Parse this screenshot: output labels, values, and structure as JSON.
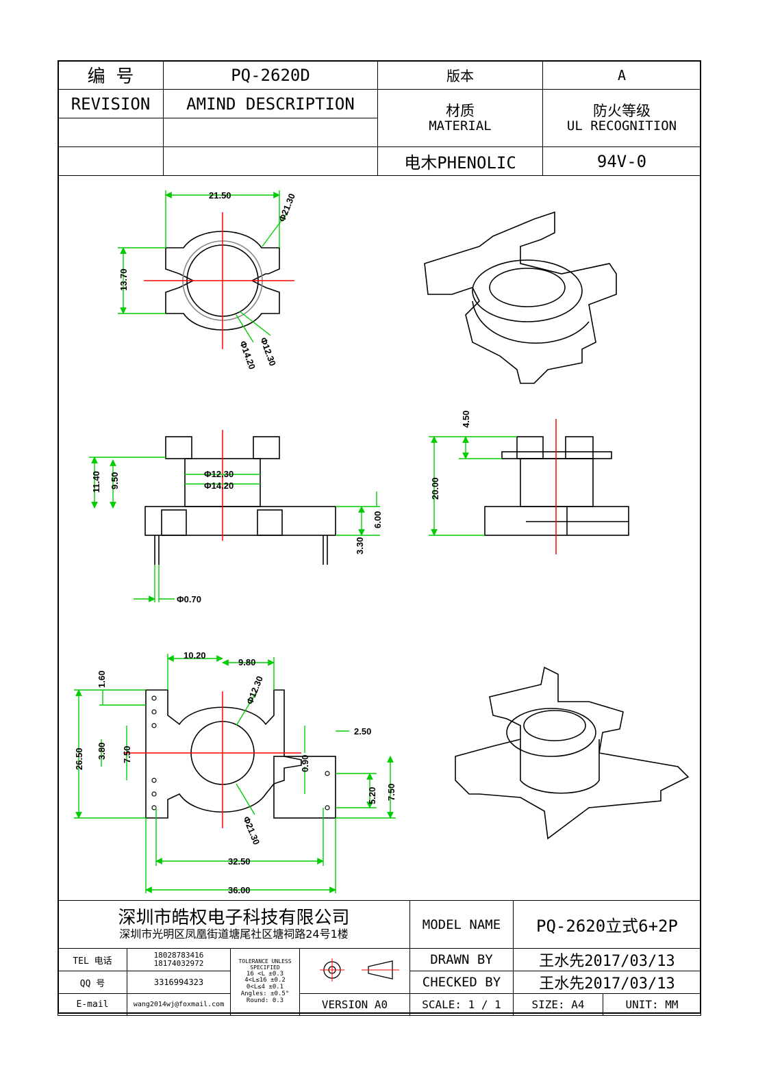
{
  "header": {
    "code_label": "编  号",
    "code_value": "PQ-2620D",
    "version_label": "版本",
    "version_value": "A",
    "revision_label": "REVISION",
    "amind_label": "AMIND DESCRIPTION",
    "material_label_cn": "材质",
    "material_label_en": "MATERIAL",
    "fire_label_cn": "防火等级",
    "fire_label_en": "UL RECOGNITION",
    "material_value": "电木PHENOLIC",
    "fire_value": "94V-0"
  },
  "dimensions": {
    "top_width": "21.50",
    "top_dia": "Φ21.30",
    "top_height": "13.70",
    "top_inner1": "Φ14.20",
    "top_inner2": "Φ12.30",
    "side_h1": "11.40",
    "side_h2": "9.50",
    "side_d1": "Φ12.30",
    "side_d2": "Φ14.20",
    "side_base": "6.00",
    "side_pin": "3.30",
    "side_pin_dia": "Φ0.70",
    "front_top": "4.50",
    "front_height": "20.00",
    "bot_left": "10.20",
    "bot_right": "9.80",
    "bot_inner": "Φ12.30",
    "bot_h1": "1.60",
    "bot_total": "26.50",
    "bot_p1": "3.80",
    "bot_p2": "7.50",
    "bot_gap": "0.90",
    "bot_r1": "2.50",
    "bot_r2": "5.20",
    "bot_r3": "7.50",
    "bot_outer": "Φ21.30",
    "bot_w1": "32.50",
    "bot_w2": "36.00"
  },
  "footer": {
    "company": "深圳市皓权电子科技有限公司",
    "address": "深圳市光明区凤凰街道塘尾社区塘祠路24号1楼",
    "tel_label": "TEL 电话",
    "tel_values": [
      "18028783416",
      "18174032972"
    ],
    "qq_label": "QQ  号",
    "qq_value": "3316994323",
    "email_label": "E-mail",
    "email_value": "wang2014wj@foxmail.com",
    "tol_title": "TOLERANCE UNLESS SPECIFIED",
    "tol_lines": [
      "16 <L        ±0.3",
      "4<L≤16     ±0.2",
      "0<L≤4      ±0.1",
      "Angles: ±0.5°",
      "Round: 0.3"
    ],
    "version": "VERSION A0",
    "model_label": "MODEL NAME",
    "model_value": "PQ-2620立式6+2P",
    "drawn_label": "DRAWN BY",
    "drawn_value": "王水先2017/03/13",
    "checked_label": "CHECKED BY",
    "checked_value": "王水先2017/03/13",
    "scale": "SCALE: 1 / 1",
    "size": "SIZE: A4",
    "unit": "UNIT: MM"
  },
  "colors": {
    "dim_line": "#00cc00",
    "center_line": "#ff0000",
    "outline": "#000000"
  }
}
